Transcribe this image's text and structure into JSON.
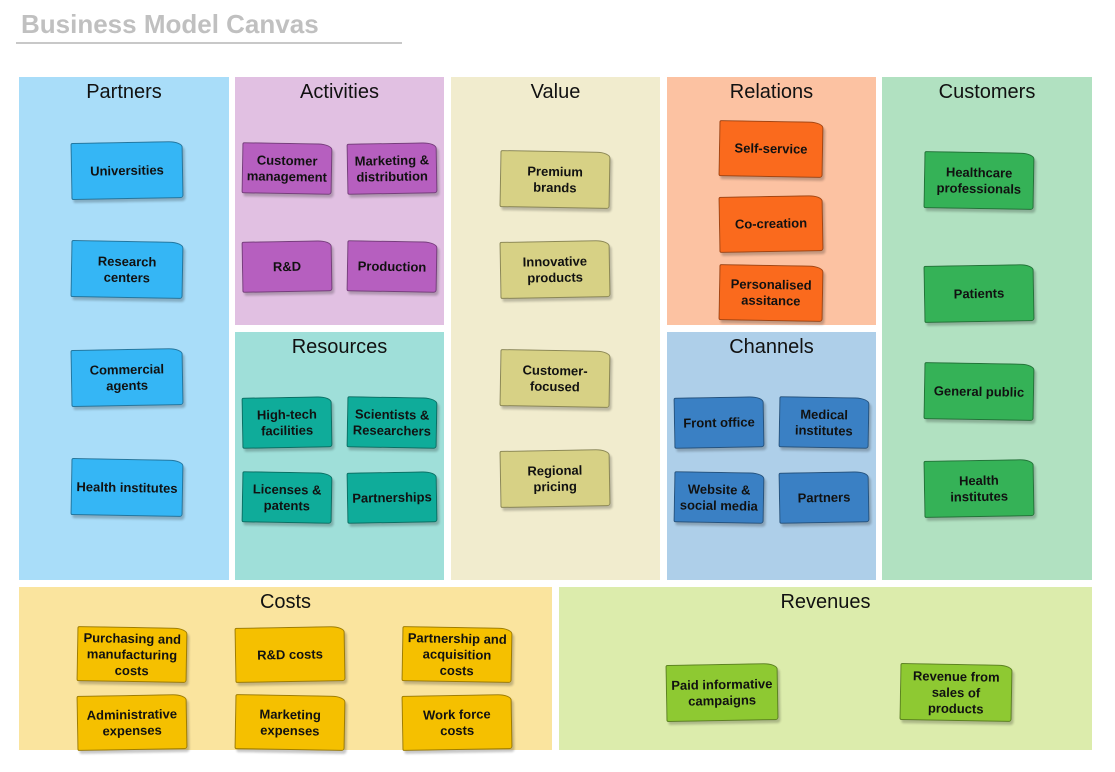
{
  "title": "Business Model Canvas",
  "colors": {
    "partners_panel": "#a9ddf9",
    "partners_note": "#35b6f5",
    "activities_panel": "#e1c0e2",
    "activities_note": "#b65fbf",
    "resources_panel": "#9fdfd9",
    "resources_note": "#0fac9a",
    "value_panel": "#f1ecce",
    "value_note": "#d7d185",
    "relations_panel": "#fcc2a2",
    "relations_note": "#fa6a1d",
    "channels_panel": "#aecfe9",
    "channels_note": "#3a80c4",
    "customers_panel": "#b1e1c1",
    "customers_note": "#35b257",
    "costs_panel": "#fae49e",
    "costs_note": "#f5c000",
    "revenues_panel": "#dcecac",
    "revenues_note": "#8ec932"
  },
  "panels": {
    "partners": {
      "title": "Partners",
      "notes": [
        "Universities",
        "Research centers",
        "Commercial agents",
        "Health institutes"
      ]
    },
    "activities": {
      "title": "Activities",
      "notes": [
        "Customer management",
        "Marketing & distribution",
        "R&D",
        "Production"
      ]
    },
    "resources": {
      "title": "Resources",
      "notes": [
        "High-tech facilities",
        "Scientists & Researchers",
        "Licenses & patents",
        "Partnerships"
      ]
    },
    "value": {
      "title": "Value",
      "notes": [
        "Premium brands",
        "Innovative products",
        "Customer-focused",
        "Regional pricing"
      ]
    },
    "relations": {
      "title": "Relations",
      "notes": [
        "Self-service",
        "Co-creation",
        "Personalised assitance"
      ]
    },
    "channels": {
      "title": "Channels",
      "notes": [
        "Front office",
        "Medical institutes",
        "Website & social media",
        "Partners"
      ]
    },
    "customers": {
      "title": "Customers",
      "notes": [
        "Healthcare professionals",
        "Patients",
        "General public",
        "Health institutes"
      ]
    },
    "costs": {
      "title": "Costs",
      "notes": [
        "Purchasing and manufacturing costs",
        "R&D costs",
        "Partnership and acquisition costs",
        "Administrative expenses",
        "Marketing expenses",
        "Work force costs"
      ]
    },
    "revenues": {
      "title": "Revenues",
      "notes": [
        "Paid informative campaigns",
        "Revenue from sales of products"
      ]
    }
  }
}
